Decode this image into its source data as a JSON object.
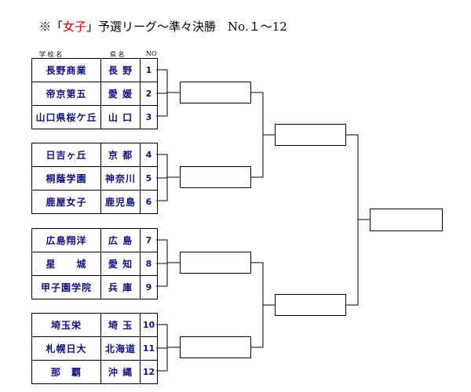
{
  "title": {
    "prefix": "※「",
    "highlight": "女子",
    "suffix": "」予選リーグ〜準々決勝　No.１〜12",
    "highlight_color": "#d40000"
  },
  "headers": {
    "school": "学 校 名",
    "pref": "県 名",
    "no": "NO"
  },
  "groups": [
    [
      {
        "school": "長野商業",
        "pref": "長 野",
        "no": "1"
      },
      {
        "school": "帝京第五",
        "pref": "愛 媛",
        "no": "2"
      },
      {
        "school": "山口県桜ケ丘",
        "pref": "山 口",
        "no": "3"
      }
    ],
    [
      {
        "school": "日吉ヶ丘",
        "pref": "京 都",
        "no": "4"
      },
      {
        "school": "桐蔭学園",
        "pref": "神奈川",
        "no": "5"
      },
      {
        "school": "鹿屋女子",
        "pref": "鹿児島",
        "no": "6"
      }
    ],
    [
      {
        "school": "広島翔洋",
        "pref": "広 島",
        "no": "7"
      },
      {
        "school": "星　　城",
        "pref": "愛 知",
        "no": "8"
      },
      {
        "school": "甲子園学院",
        "pref": "兵 庫",
        "no": "9"
      }
    ],
    [
      {
        "school": "埼玉栄",
        "pref": "埼 玉",
        "no": "10"
      },
      {
        "school": "札幌日大",
        "pref": "北海道",
        "no": "11"
      },
      {
        "school": "那　覇",
        "pref": "沖 縄",
        "no": "12"
      }
    ]
  ],
  "colors": {
    "text_blue": "#101083",
    "line": "#000000"
  }
}
